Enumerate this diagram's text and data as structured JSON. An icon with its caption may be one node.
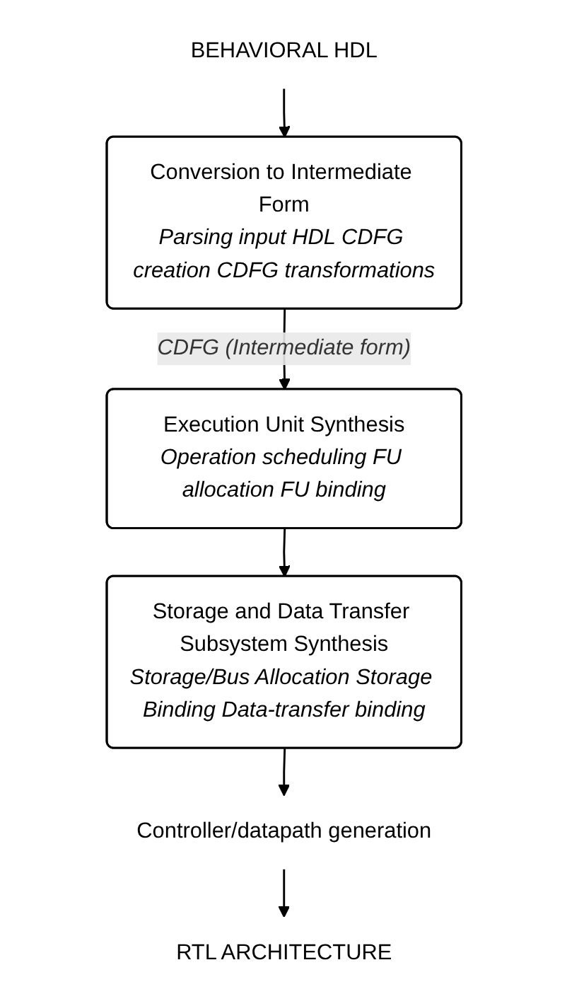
{
  "diagram": {
    "nodes": [
      {
        "text": [
          "BEHAVIORAL HDL"
        ]
      },
      {
        "text": [
          "Conversion to Intermediate Form",
          "Parsing input HDL CDFG creation CDFG transformations"
        ]
      },
      {
        "text": [
          "Execution Unit Synthesis",
          "Operation scheduling FU allocation FU binding"
        ]
      },
      {
        "text": [
          "Storage and Data Transfer Subsystem Synthesis",
          "Storage/Bus Allocation Storage Binding Data-transfer binding"
        ]
      },
      {
        "text": [
          "Controller/datapath generation"
        ]
      },
      {
        "text": [
          "RTL ARCHITECTURE"
        ]
      }
    ],
    "edges": [
      {
        "from": 0,
        "to": 1,
        "arrow": "to"
      },
      {
        "from": 1,
        "to": 2,
        "arrow": "to",
        "label": "CDFG (Intermediate form)"
      },
      {
        "from": 2,
        "to": 3,
        "arrow": "to"
      },
      {
        "from": 3,
        "to": 4,
        "arrow": "to"
      },
      {
        "from": 4,
        "to": 5,
        "arrow": "to"
      }
    ]
  }
}
